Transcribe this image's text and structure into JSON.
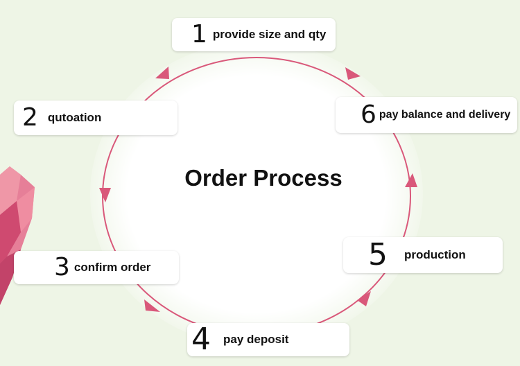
{
  "title": "Order Process",
  "accent_color": "#d9587a",
  "steps": [
    {
      "number": "1",
      "label": "provide size and qty"
    },
    {
      "number": "2",
      "label": "qutoation"
    },
    {
      "number": "3",
      "label": "confirm order"
    },
    {
      "number": "4",
      "label": "pay deposit"
    },
    {
      "number": "5",
      "label": "production"
    },
    {
      "number": "6",
      "label": "pay balance and delivery"
    }
  ]
}
